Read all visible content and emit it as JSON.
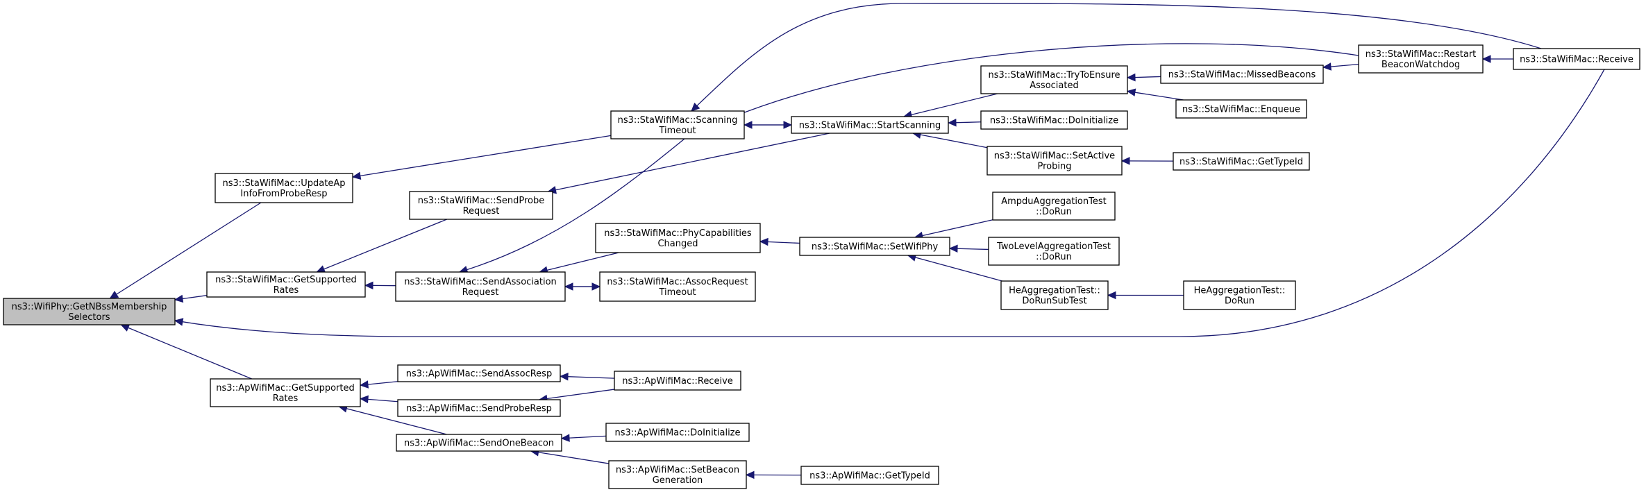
{
  "colors": {
    "edge": "#191970",
    "root_fill": "#bfbfbf",
    "node_fill": "#ffffff",
    "node_border": "#000000"
  },
  "nodes": {
    "n0": {
      "lines": [
        "ns3::WifiPhy::GetNBssMembership",
        "Selectors"
      ],
      "root": true
    },
    "n1": {
      "lines": [
        "ns3::StaWifiMac::UpdateAp",
        "InfoFromProbeResp"
      ]
    },
    "n2": {
      "lines": [
        "ns3::StaWifiMac::GetSupported",
        "Rates"
      ]
    },
    "n3": {
      "lines": [
        "ns3::StaWifiMac::Receive"
      ]
    },
    "n4": {
      "lines": [
        "ns3::ApWifiMac::GetSupported",
        "Rates"
      ]
    },
    "n5": {
      "lines": [
        "ns3::StaWifiMac::Scanning",
        "Timeout"
      ]
    },
    "n6": {
      "lines": [
        "ns3::StaWifiMac::SendProbe",
        "Request"
      ]
    },
    "n7": {
      "lines": [
        "ns3::StaWifiMac::SendAssociation",
        "Request"
      ]
    },
    "n8": {
      "lines": [
        "ns3::StaWifiMac::StartScanning"
      ]
    },
    "n9": {
      "lines": [
        "ns3::StaWifiMac::Restart",
        "BeaconWatchdog"
      ]
    },
    "n10": {
      "lines": [
        "ns3::StaWifiMac::TryToEnsure",
        "Associated"
      ]
    },
    "n11": {
      "lines": [
        "ns3::StaWifiMac::DoInitialize"
      ]
    },
    "n12": {
      "lines": [
        "ns3::StaWifiMac::SetActive",
        "Probing"
      ]
    },
    "n13": {
      "lines": [
        "ns3::StaWifiMac::MissedBeacons"
      ]
    },
    "n14": {
      "lines": [
        "ns3::StaWifiMac::Enqueue"
      ]
    },
    "n15": {
      "lines": [
        "ns3::StaWifiMac::GetTypeId"
      ]
    },
    "n16": {
      "lines": [
        "ns3::StaWifiMac::PhyCapabilities",
        "Changed"
      ]
    },
    "n17": {
      "lines": [
        "ns3::StaWifiMac::AssocRequest",
        "Timeout"
      ]
    },
    "n18": {
      "lines": [
        "ns3::StaWifiMac::SetWifiPhy"
      ]
    },
    "n19": {
      "lines": [
        "AmpduAggregationTest",
        "::DoRun"
      ]
    },
    "n20": {
      "lines": [
        "TwoLevelAggregationTest",
        "::DoRun"
      ]
    },
    "n21": {
      "lines": [
        "HeAggregationTest::",
        "DoRunSubTest"
      ]
    },
    "n22": {
      "lines": [
        "HeAggregationTest::",
        "DoRun"
      ]
    },
    "n23": {
      "lines": [
        "ns3::ApWifiMac::SendAssocResp"
      ]
    },
    "n24": {
      "lines": [
        "ns3::ApWifiMac::SendProbeResp"
      ]
    },
    "n25": {
      "lines": [
        "ns3::ApWifiMac::SendOneBeacon"
      ]
    },
    "n26": {
      "lines": [
        "ns3::ApWifiMac::Receive"
      ]
    },
    "n27": {
      "lines": [
        "ns3::ApWifiMac::DoInitialize"
      ]
    },
    "n28": {
      "lines": [
        "ns3::ApWifiMac::SetBeacon",
        "Generation"
      ]
    },
    "n29": {
      "lines": [
        "ns3::ApWifiMac::GetTypeId"
      ]
    }
  },
  "edges": [
    [
      "n1",
      "n0"
    ],
    [
      "n2",
      "n0"
    ],
    [
      "n3",
      "n0"
    ],
    [
      "n4",
      "n0"
    ],
    [
      "n5",
      "n1"
    ],
    [
      "n3",
      "n5"
    ],
    [
      "n9",
      "n5"
    ],
    [
      "n8",
      "n5"
    ],
    [
      "n6",
      "n2"
    ],
    [
      "n7",
      "n2"
    ],
    [
      "n9",
      "n3"
    ],
    [
      "n8",
      "n6"
    ],
    [
      "n5",
      "n7"
    ],
    [
      "n16",
      "n7"
    ],
    [
      "n17",
      "n7"
    ],
    [
      "n10",
      "n8"
    ],
    [
      "n11",
      "n8"
    ],
    [
      "n12",
      "n8"
    ],
    [
      "n5",
      "n8"
    ],
    [
      "n9",
      "n13"
    ],
    [
      "n13",
      "n10"
    ],
    [
      "n14",
      "n10"
    ],
    [
      "n15",
      "n12"
    ],
    [
      "n18",
      "n16"
    ],
    [
      "n7",
      "n17"
    ],
    [
      "n19",
      "n18"
    ],
    [
      "n20",
      "n18"
    ],
    [
      "n21",
      "n18"
    ],
    [
      "n22",
      "n21"
    ],
    [
      "n23",
      "n4"
    ],
    [
      "n24",
      "n4"
    ],
    [
      "n25",
      "n4"
    ],
    [
      "n26",
      "n23"
    ],
    [
      "n26",
      "n24"
    ],
    [
      "n27",
      "n25"
    ],
    [
      "n28",
      "n25"
    ],
    [
      "n29",
      "n28"
    ]
  ]
}
